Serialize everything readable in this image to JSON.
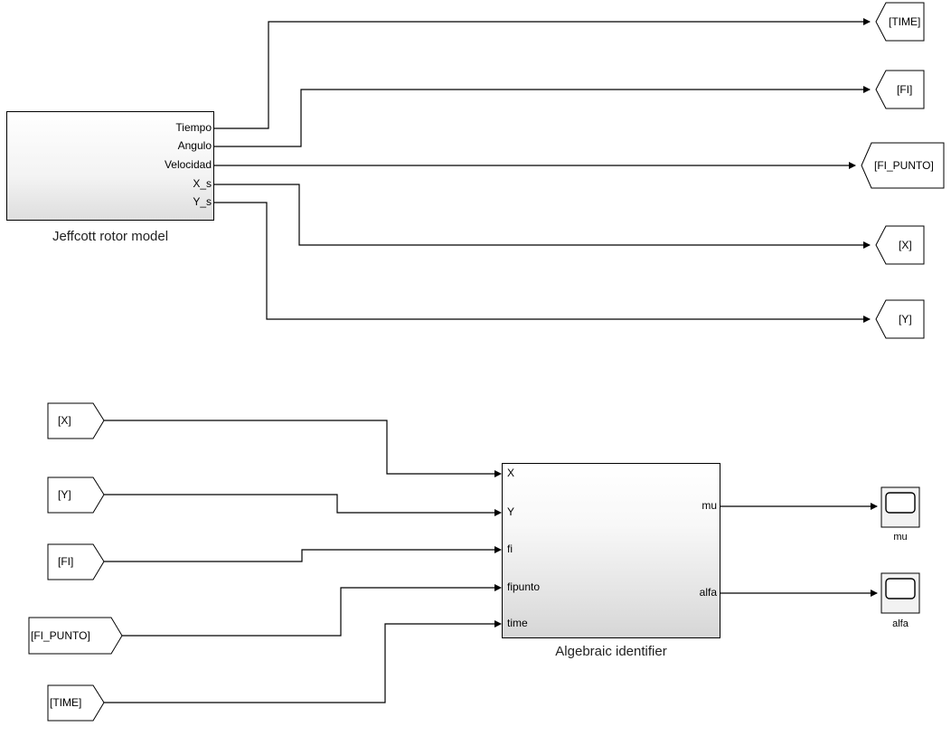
{
  "jeffcott": {
    "caption": "Jeffcott rotor model",
    "outputs": [
      "Tiempo",
      "Angulo",
      "Velocidad",
      "X_s",
      "Y_s"
    ]
  },
  "goto_tags": [
    "[TIME]",
    "[FI]",
    "[FI_PUNTO]",
    "[X]",
    "[Y]"
  ],
  "from_tags": [
    "[X]",
    "[Y]",
    "[FI]",
    "[FI_PUNTO]",
    "[TIME]"
  ],
  "identifier": {
    "caption": "Algebraic identifier",
    "inputs": [
      "X",
      "Y",
      "fi",
      "fipunto",
      "time"
    ],
    "outputs": [
      "mu",
      "alfa"
    ]
  },
  "scopes": [
    "mu",
    "alfa"
  ]
}
